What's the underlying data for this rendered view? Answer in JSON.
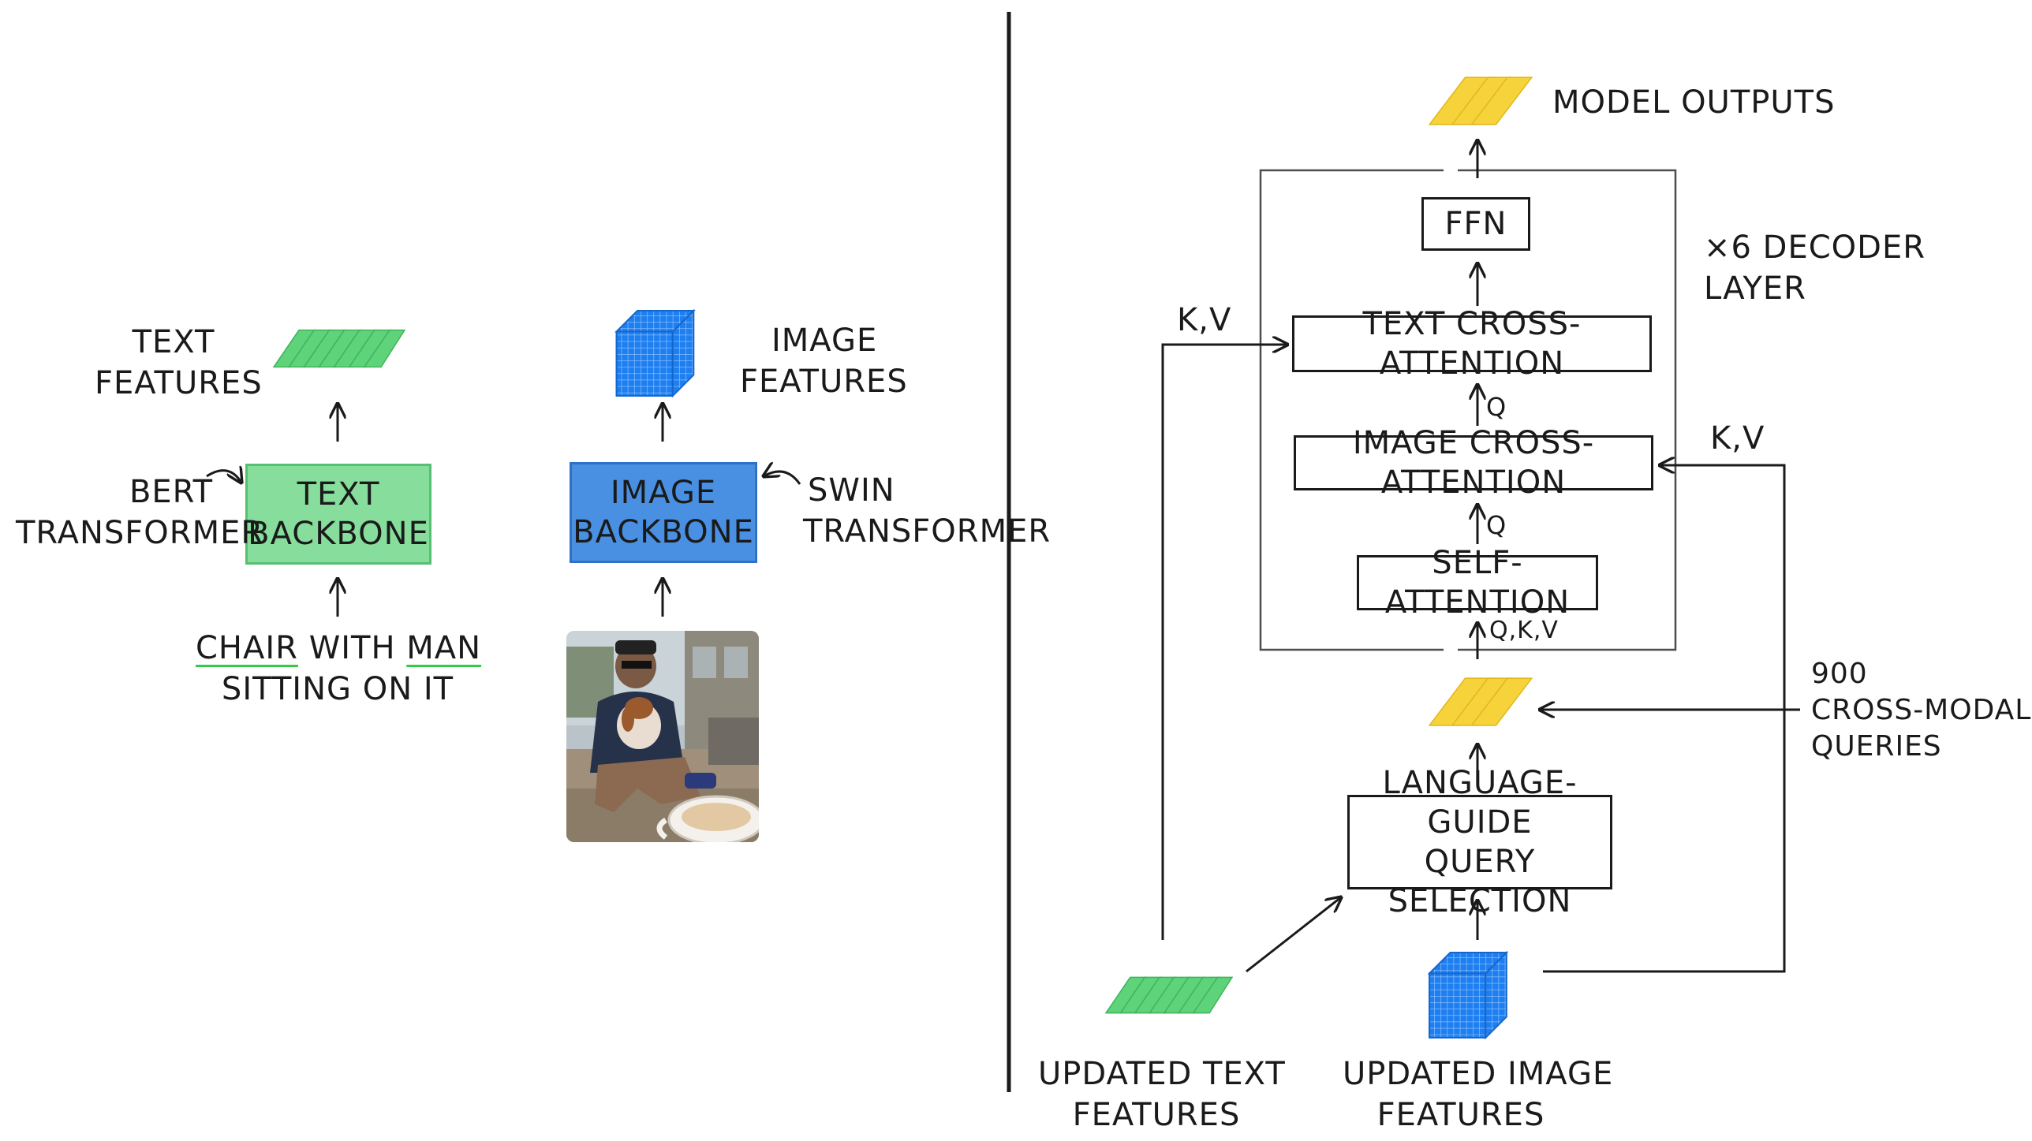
{
  "left": {
    "text_features_label": [
      "TEXT",
      "FEATURES"
    ],
    "text_backbone_box": [
      "TEXT",
      "BACKBONE"
    ],
    "bert_label": [
      "BERT",
      "TRANSFORMER"
    ],
    "caption": {
      "line1_words": [
        "CHAIR",
        "WITH",
        "MAN"
      ],
      "line2": "SITTING ON IT"
    },
    "image_features_label": [
      "IMAGE",
      "FEATURES"
    ],
    "image_backbone_box": [
      "IMAGE",
      "BACKBONE"
    ],
    "swin_label": [
      "SWIN",
      "TRANSFORMER"
    ]
  },
  "right": {
    "model_outputs": "MODEL OUTPUTS",
    "ffn": "FFN",
    "decoder_layer_label": [
      "×6 DECODER",
      "LAYER"
    ],
    "text_cross_attention": "TEXT CROSS-ATTENTION",
    "image_cross_attention": "IMAGE CROSS-ATTENTION",
    "self_attention": "SELF-ATTENTION",
    "q_label_1": "Q",
    "q_label_2": "Q",
    "qkv_label": "Q,K,V",
    "kv_left": "K,V",
    "kv_right": "K,V",
    "queries_label": [
      "900",
      "CROSS-MODALITY",
      "QUERIES"
    ],
    "query_selection": [
      "LANGUAGE-GUIDE",
      "QUERY SELECTION"
    ],
    "updated_text_features": [
      "UPDATED TEXT",
      "FEATURES"
    ],
    "updated_image_features": [
      "UPDATED IMAGE",
      "FEATURES"
    ]
  },
  "colors": {
    "text_feature_green": "#5fd37a",
    "image_feature_blue": "#1e7ff0",
    "query_yellow": "#f6d33a",
    "backbone_green": "#86dd9c",
    "backbone_blue": "#4a90e2",
    "line": "#1a1a1a"
  },
  "icons": [
    "text-feature-stack-icon",
    "image-feature-cube-icon",
    "query-stack-icon",
    "photo-man-with-dog"
  ]
}
